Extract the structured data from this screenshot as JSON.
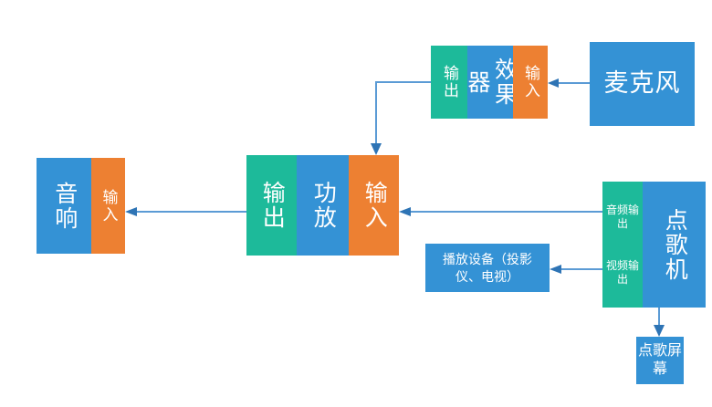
{
  "diagram": {
    "title": "KTV audio-video wiring diagram",
    "colors": {
      "blue": "#3492d5",
      "green": "#1dba9a",
      "orange": "#ed8032",
      "connector": "#5b9bd5",
      "arrowhead": "#2e74b5",
      "text": "#ffffff",
      "background": "#ffffff"
    },
    "nodes": {
      "microphone": {
        "label": "麦克风"
      },
      "effector": {
        "output_port": "输出",
        "body": "效果器",
        "input_port": "输入"
      },
      "amplifier": {
        "output_port": "输出",
        "body": "功放",
        "input_port": "输入"
      },
      "speaker": {
        "body": "音响",
        "input_port": "输入"
      },
      "karaoke_machine": {
        "audio_output_port": "音频输出",
        "video_output_port": "视频输出",
        "body": "点歌机"
      },
      "playback_device": {
        "label": "播放设备（投影仪、电视）"
      },
      "song_screen": {
        "label": "点歌屏幕"
      }
    },
    "connections": [
      {
        "id": "mic-to-effector",
        "from": "microphone",
        "to": "effector.input_port",
        "direction": "left"
      },
      {
        "id": "effector-to-amplifier",
        "from": "effector.output_port",
        "to": "amplifier.input_port",
        "direction": "down"
      },
      {
        "id": "karaoke-audio-to-amplifier",
        "from": "karaoke_machine.audio_output_port",
        "to": "amplifier.input_port",
        "direction": "left"
      },
      {
        "id": "amplifier-to-speaker",
        "from": "amplifier.output_port",
        "to": "speaker.input_port",
        "direction": "left"
      },
      {
        "id": "karaoke-video-to-playback",
        "from": "karaoke_machine.video_output_port",
        "to": "playback_device",
        "direction": "left"
      },
      {
        "id": "karaoke-to-song-screen",
        "from": "karaoke_machine",
        "to": "song_screen",
        "direction": "down"
      }
    ]
  }
}
